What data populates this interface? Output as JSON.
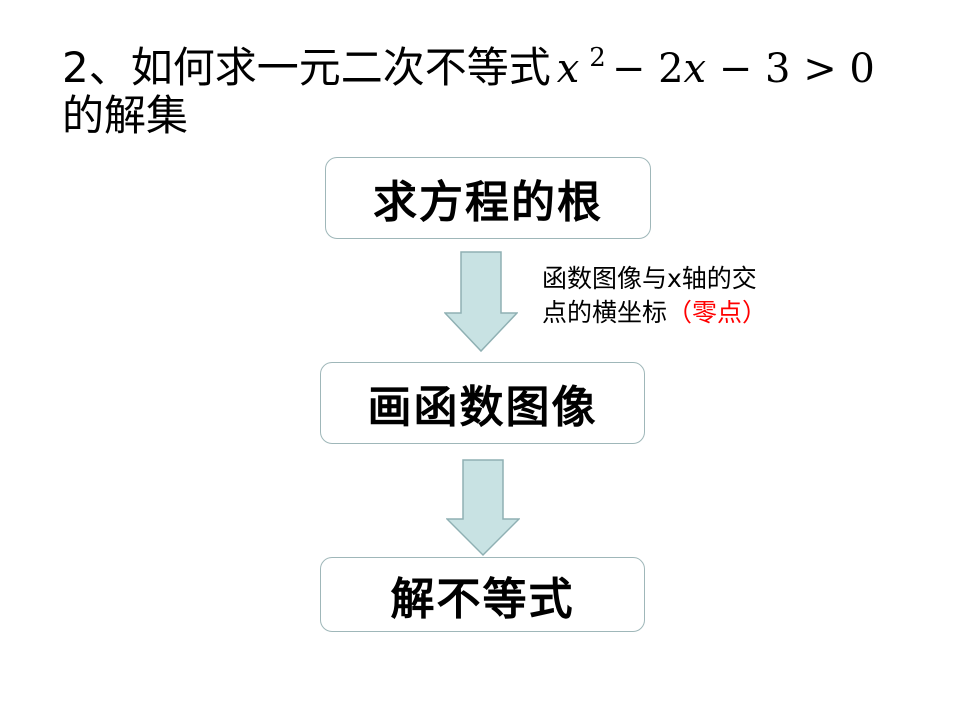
{
  "question": {
    "prefix": "2、如何求一元二次不等式",
    "formula": {
      "var1": "x",
      "exponent": "2",
      "rest": "− 2",
      "var2": "x",
      "tail": " − 3 > 0"
    },
    "suffix": "的解集"
  },
  "flowchart": {
    "steps": [
      "求方程的根",
      "画函数图像",
      "解不等式"
    ],
    "annotation": {
      "line1": "函数图像与x轴的交",
      "line2": "点的横坐标",
      "highlight": "（零点）"
    }
  },
  "colors": {
    "box_border": "#9fb7b9",
    "arrow_fill": "#c8e2e3",
    "arrow_stroke": "#8fb0b3",
    "highlight": "#ff0000"
  }
}
